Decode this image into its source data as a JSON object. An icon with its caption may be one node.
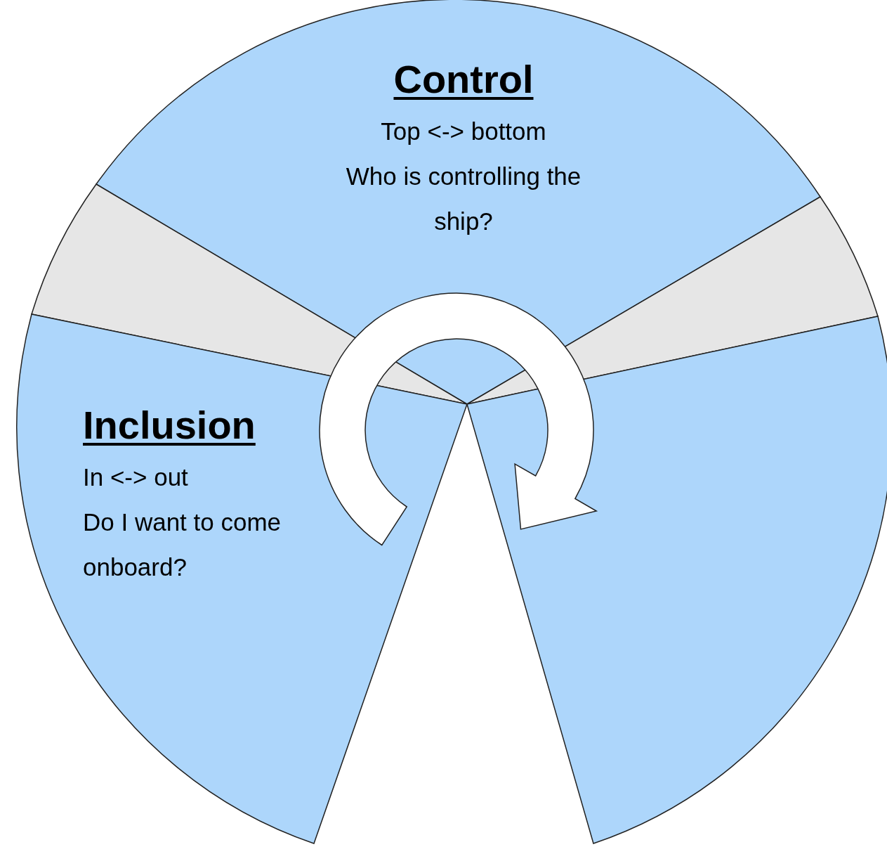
{
  "diagram": {
    "nodes": [
      {
        "text": [
          "Control",
          "Top <-> bottom",
          "Who is controlling the ship?"
        ]
      },
      {
        "text": [
          "Inclusion",
          "In <-> out",
          "Do I want to come onboard?"
        ]
      }
    ],
    "edges": []
  }
}
